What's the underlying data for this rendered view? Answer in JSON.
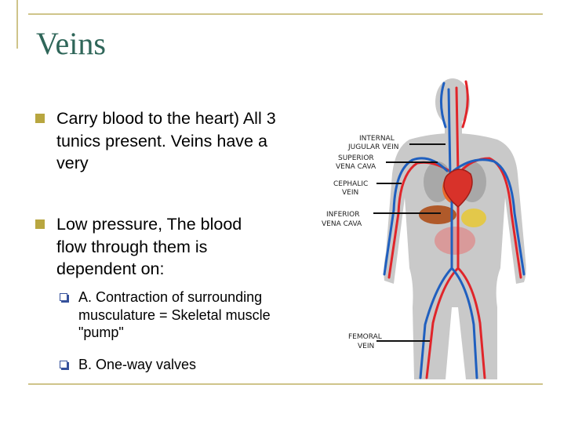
{
  "title": "Veins",
  "bullets": [
    "Carry blood to the heart) All 3 tunics present. Veins have a very",
    "Low pressure, The blood flow through them is dependent on:"
  ],
  "sub_bullets": [
    "A. Contraction of surrounding musculature = Skeletal muscle \"pump\"",
    "B. One-way valves"
  ],
  "figure": {
    "labels": {
      "internal_jugular_1": "INTERNAL",
      "internal_jugular_2": "JUGULAR VEIN",
      "superior_vena_cava_1": "SUPERIOR",
      "superior_vena_cava_2": "VENA CAVA",
      "cephalic_1": "CEPHALIC",
      "cephalic_2": "VEIN",
      "inferior_vena_cava_1": "INFERIOR",
      "inferior_vena_cava_2": "VENA CAVA",
      "femoral_1": "FEMORAL",
      "femoral_2": "VEIN"
    },
    "colors": {
      "veins": "#1f5fbf",
      "arteries": "#e0252a",
      "body": "#c8c8c8"
    }
  }
}
